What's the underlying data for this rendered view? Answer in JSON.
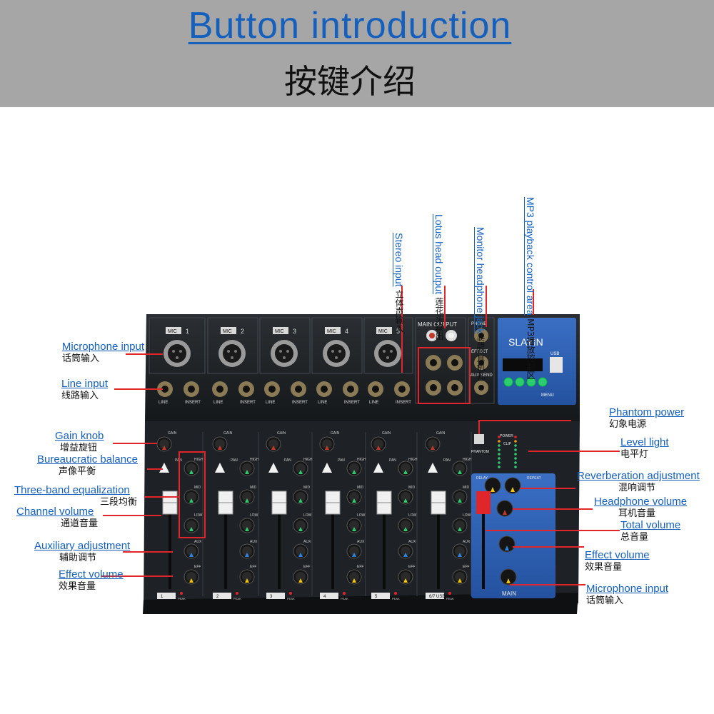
{
  "header": {
    "title_en": "Button introduction",
    "title_zh": "按键介绍"
  },
  "device": {
    "brand": "SLAYIN",
    "main_output_label": "MAIN OUTPUT",
    "phone_label": "PHONE",
    "effect_label": "EFFECT",
    "aux_send_label": "AUX SEND",
    "main_label": "MAIN",
    "phantom_label": "PHANTOM",
    "mic_labels": [
      "MIC",
      "MIC",
      "MIC",
      "MIC",
      "MIC"
    ],
    "channel_numbers": [
      "1",
      "2",
      "3",
      "4",
      "5"
    ],
    "fader_numbers": [
      "1",
      "2",
      "3",
      "4",
      "5",
      "6/7 USB"
    ],
    "peak_label": "PEAK",
    "line_label": "LINE",
    "insert_label": "INSERT",
    "gain_label": "GAIN",
    "pan_label": "PAN",
    "high_label": "HIGH",
    "mid_label": "MID",
    "low_label": "LOW",
    "aux_label": "AUX",
    "eff_label": "EFF",
    "delay_label": "DELAY",
    "repeat_label": "REPEAT",
    "power_label": "POWER",
    "clip_label": "CLIP",
    "usb_label": "USB",
    "menu_label": "MENU",
    "knob_colors": {
      "gain": "#c0392b",
      "eq": "#2ecc71",
      "aux": "#2e86de",
      "eff": "#f1c40f"
    }
  },
  "labels": {
    "mic_input_left": {
      "en": "Microphone input",
      "zh": "话筒输入"
    },
    "line_input": {
      "en": "Line input",
      "zh": "线路输入"
    },
    "gain_knob": {
      "en": "Gain knob",
      "zh": "增益旋钮"
    },
    "balance": {
      "en": "Bureaucratic balance",
      "zh": "声像平衡"
    },
    "eq": {
      "en": "Three-band equalization",
      "zh": "三段均衡"
    },
    "channel_volume": {
      "en": "Channel volume",
      "zh": "通道音量"
    },
    "aux_adjust": {
      "en": "Auxiliary adjustment",
      "zh": "辅助调节"
    },
    "effect_volume_left": {
      "en": "Effect volume",
      "zh": "效果音量"
    },
    "stereo_input": {
      "en": "Stereo input",
      "zh": "立体声输入"
    },
    "lotus_output": {
      "en": "Lotus head output",
      "zh": "莲花头输出"
    },
    "monitor_jack": {
      "en": "Monitor headphone jack",
      "zh": "监听耳机孔"
    },
    "mp3_area": {
      "en": "MP3 playback control area",
      "zh": "MP3播放控制区"
    },
    "phantom_power": {
      "en": "Phantom power",
      "zh": "幻象电源"
    },
    "level_light": {
      "en": "Level light",
      "zh": "电平灯"
    },
    "reverb": {
      "en": "Reverberation adjustment",
      "zh": "混响调节"
    },
    "headphone_volume": {
      "en": "Headphone volume",
      "zh": "耳机音量"
    },
    "total_volume": {
      "en": "Total volume",
      "zh": "总音量"
    },
    "effect_volume_right": {
      "en": "Effect volume",
      "zh": "效果音量"
    },
    "mic_input_right": {
      "en": "Microphone input",
      "zh": "话筒输入"
    }
  }
}
